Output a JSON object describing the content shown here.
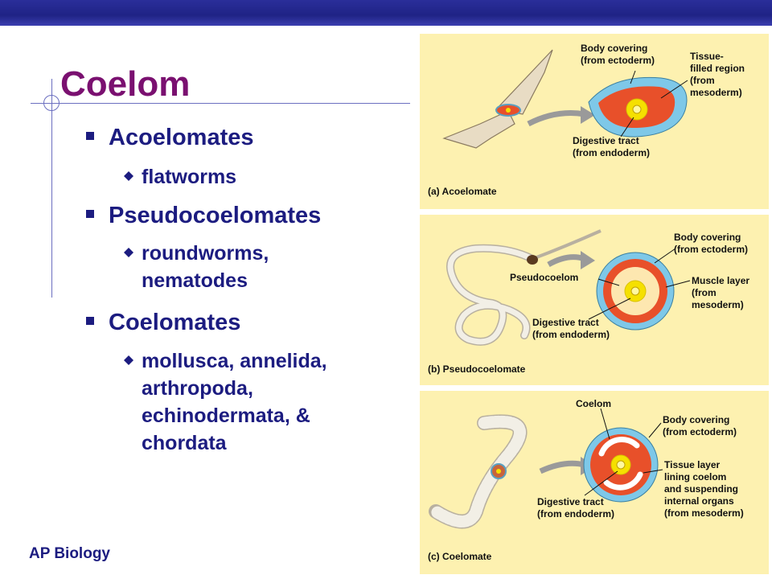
{
  "slide": {
    "title": "Coelom",
    "footer": "AP Biology",
    "bullets": [
      {
        "label": "Acoelomates",
        "sub": [
          "flatworms"
        ]
      },
      {
        "label": "Pseudocoelomates",
        "sub": [
          "roundworms,",
          "nematodes"
        ]
      },
      {
        "label": "Coelomates",
        "sub": [
          "mollusca, annelida,",
          "arthropoda,",
          "echinodermata, &",
          "chordata"
        ]
      }
    ]
  },
  "colors": {
    "topbar": "#1f2385",
    "title": "#7a1070",
    "text": "#1c1c80",
    "panel_bg": "#fdf1b0",
    "ectoderm": "#7ec8e8",
    "mesoderm": "#e8502a",
    "endoderm": "#f5e000"
  },
  "figure": {
    "a": {
      "caption": "(a) Acoelomate",
      "labels": {
        "body_covering_1": "Body covering",
        "body_covering_2": "(from ectoderm)",
        "tissue_1": "Tissue-",
        "tissue_2": "filled region",
        "tissue_3": "(from",
        "tissue_4": "mesoderm)",
        "digestive_1": "Digestive tract",
        "digestive_2": "(from endoderm)"
      }
    },
    "b": {
      "caption": "(b) Pseudocoelomate",
      "labels": {
        "body_covering_1": "Body covering",
        "body_covering_2": "(from ectoderm)",
        "pseudocoelom": "Pseudocoelom",
        "muscle_1": "Muscle layer",
        "muscle_2": "(from",
        "muscle_3": "mesoderm)",
        "digestive_1": "Digestive tract",
        "digestive_2": "(from endoderm)"
      }
    },
    "c": {
      "caption": "(c) Coelomate",
      "labels": {
        "coelom": "Coelom",
        "body_covering_1": "Body covering",
        "body_covering_2": "(from ectoderm)",
        "tissue_1": "Tissue layer",
        "tissue_2": "lining coelom",
        "tissue_3": "and suspending",
        "tissue_4": "internal organs",
        "tissue_5": "(from mesoderm)",
        "digestive_1": "Digestive tract",
        "digestive_2": "(from endoderm)"
      }
    }
  }
}
